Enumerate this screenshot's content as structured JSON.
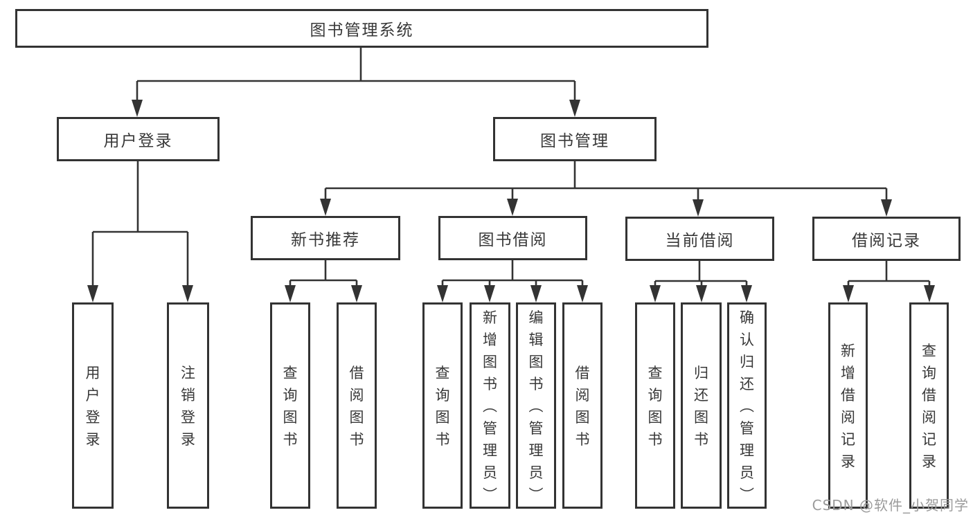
{
  "title": "图书管理系统",
  "tree": {
    "user_login": {
      "label": "用户登录",
      "children": [
        "用户登录",
        "注销登录"
      ]
    },
    "book_management": {
      "label": "图书管理",
      "sections": [
        {
          "label": "新书推荐",
          "children": [
            "查询图书",
            "借阅图书"
          ]
        },
        {
          "label": "图书借阅",
          "children": [
            "查询图书",
            "新增图书（管理员）",
            "编辑图书（管理员）",
            "借阅图书"
          ]
        },
        {
          "label": "当前借阅",
          "children": [
            "查询图书",
            "归还图书",
            "确认归还（管理员）"
          ]
        },
        {
          "label": "借阅记录",
          "children": [
            "新增借阅记录",
            "查询借阅记录"
          ]
        }
      ]
    }
  },
  "watermark": "CSDN @软件_小贺同学",
  "colors": {
    "line": "#333333",
    "text": "#383838",
    "watermark": "#9b9b9b",
    "background": "#ffffff"
  }
}
